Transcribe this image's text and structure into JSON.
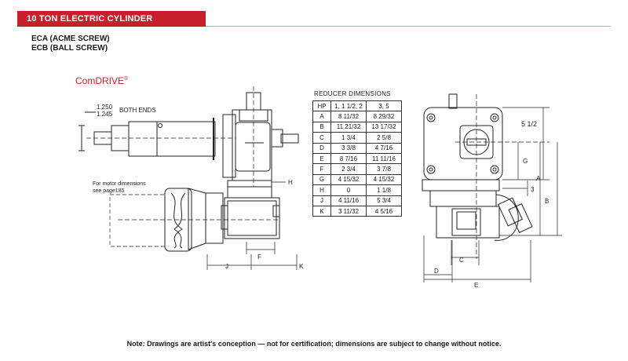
{
  "header": {
    "title": "10 TON ELECTRIC CYLINDER",
    "variant_1": "ECA (ACME SCREW)",
    "variant_2": "ECB (BALL SCREW)"
  },
  "brand": {
    "name": "ComDRIVE",
    "mark": "®"
  },
  "left_drawing": {
    "dim_upper": "1.250",
    "dim_lower": "1.245",
    "dim_note": "BOTH ENDS",
    "motor_note_1": "For motor dimensions",
    "motor_note_2": "see page185",
    "label_h": "H",
    "label_f": "F",
    "label_j": "J",
    "label_k": "K"
  },
  "right_drawing": {
    "label_5_1_2": "5 1/2",
    "label_g": "G",
    "label_a": "A",
    "label_3": "3",
    "label_b": "B",
    "label_c": "C",
    "label_d": "D",
    "label_e": "E"
  },
  "reducer_table": {
    "title": "REDUCER DIMENSIONS",
    "headers": [
      "HP",
      "1, 1 1/2, 2",
      "3, 5"
    ],
    "rows": [
      [
        "A",
        "8 11/32",
        "8 29/32"
      ],
      [
        "B",
        "11 21/32",
        "13 17/32"
      ],
      [
        "C",
        "1 3/4",
        "2 5/8"
      ],
      [
        "D",
        "3 3/8",
        "4 7/16"
      ],
      [
        "E",
        "8 7/16",
        "11 11/16"
      ],
      [
        "F",
        "2 3/4",
        "3 7/8"
      ],
      [
        "G",
        "4 15/32",
        "4 15/32"
      ],
      [
        "H",
        "0",
        "1 1/8"
      ],
      [
        "J",
        "4 11/16",
        "5 3/4"
      ],
      [
        "K",
        "3 11/32",
        "4 5/16"
      ]
    ]
  },
  "footer": {
    "note": "Note: Drawings are artist's conception — not for certification; dimensions are subject to change without notice."
  },
  "colors": {
    "accent": "#c8202a",
    "ink": "#1a1a1a"
  }
}
